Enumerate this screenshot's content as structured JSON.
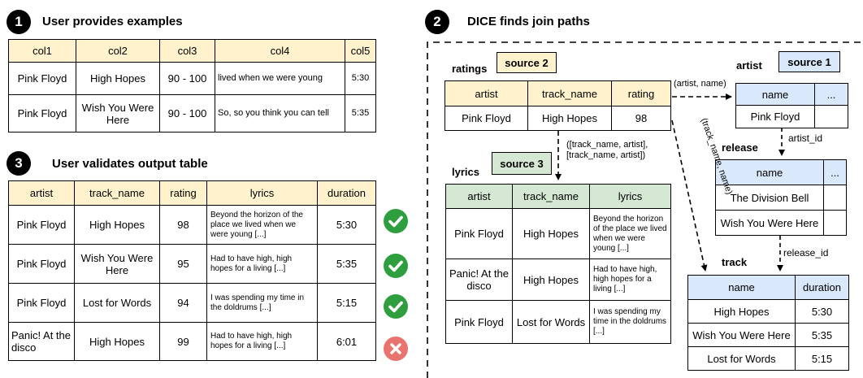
{
  "panel1": {
    "number": "1",
    "title": "User provides examples",
    "headers": [
      "col1",
      "col2",
      "col3",
      "col4",
      "col5"
    ],
    "rows": [
      [
        "Pink Floyd",
        "High Hopes",
        "90 - 100",
        "lived when we were young",
        "5:30"
      ],
      [
        "Pink Floyd",
        "Wish You Were Here",
        "90 - 100",
        "So, so you think you can tell",
        "5:35"
      ]
    ]
  },
  "panel2": {
    "number": "2",
    "title": "DICE finds join paths",
    "ratings": {
      "name": "ratings",
      "source": "source 2",
      "headers": [
        "artist",
        "track_name",
        "rating"
      ],
      "rows": [
        [
          "Pink Floyd",
          "High Hopes",
          "98"
        ]
      ]
    },
    "artist": {
      "name": "artist",
      "source": "source 1",
      "headers": [
        "name",
        "..."
      ],
      "rows": [
        [
          "Pink Floyd",
          ""
        ]
      ]
    },
    "release": {
      "name": "release",
      "headers": [
        "name",
        "..."
      ],
      "rows": [
        [
          "The Division Bell",
          ""
        ],
        [
          "Wish You Were Here",
          ""
        ]
      ]
    },
    "track": {
      "name": "track",
      "headers": [
        "name",
        "duration"
      ],
      "rows": [
        [
          "High Hopes",
          "5:30"
        ],
        [
          "Wish You Were Here",
          "5:35"
        ],
        [
          "Lost for Words",
          "5:15"
        ]
      ]
    },
    "lyrics": {
      "name": "lyrics",
      "source": "source 3",
      "headers": [
        "artist",
        "track_name",
        "lyrics"
      ],
      "rows": [
        [
          "Pink Floyd",
          "High Hopes",
          "Beyond the horizon of the place we lived when we were young [...]"
        ],
        [
          "Panic! At the disco",
          "High Hopes",
          "Had to have high, high hopes for a living [...]"
        ],
        [
          "Pink Floyd",
          "Lost for Words",
          "I was spending my time in the doldrums [...]"
        ]
      ]
    },
    "edges": {
      "ratings_to_artist": "(artist, name)",
      "ratings_to_track": "(track_name, name)",
      "ratings_to_lyrics_1": "([track_name, artist],",
      "ratings_to_lyrics_2": "[track_name, artist])",
      "artist_to_release": "artist_id",
      "release_to_track": "release_id"
    }
  },
  "panel3": {
    "number": "3",
    "title": "User validates output table",
    "headers": [
      "artist",
      "track_name",
      "rating",
      "lyrics",
      "duration"
    ],
    "rows": [
      [
        "Pink Floyd",
        "High Hopes",
        "98",
        "Beyond the horizon of the place we lived when we were young [...]",
        "5:30"
      ],
      [
        "Pink Floyd",
        "Wish You Were Here",
        "95",
        "Had to have high, high hopes for a living [...]",
        "5:35"
      ],
      [
        "Pink Floyd",
        "Lost for Words",
        "94",
        "I was spending my time in the doldrums [...]",
        "5:15"
      ],
      [
        "Panic! At the disco",
        "High Hopes",
        "99",
        "Had to have high, high hopes for a living [...]",
        "6:01"
      ]
    ],
    "validation": [
      "valid",
      "valid",
      "valid",
      "invalid"
    ],
    "colors": {
      "valid": "#2e9e3e",
      "invalid": "#e8736f"
    }
  }
}
